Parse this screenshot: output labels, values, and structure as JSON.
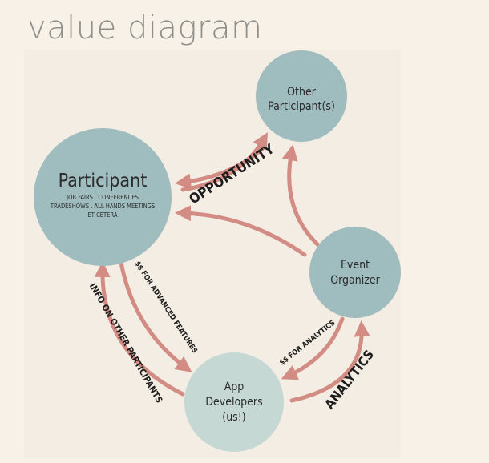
{
  "title": "value diagram",
  "colors": {
    "background": "#f7f1e7",
    "panel": "#f3ede3",
    "node_primary": "#9fbcbe",
    "node_secondary": "#c5d8d3",
    "arrow": "#d28c84",
    "title_text": "#8f8f8c"
  },
  "nodes": {
    "participant": {
      "title": "Participant",
      "lines": [
        "JOB FAIRS . CONFERENCES",
        "TRADESHOWS . ALL HANDS MEETINGS",
        "ET CETERA"
      ]
    },
    "other": {
      "lines": [
        "Other",
        "Participant(s)"
      ]
    },
    "organizer": {
      "lines": [
        "Event",
        "Organizer"
      ]
    },
    "developers": {
      "lines": [
        "App",
        "Developers",
        "(us!)"
      ]
    }
  },
  "flows": {
    "opportunity": "OPPORTUNITY",
    "advanced_features": "$$ FOR ADVANCED FEATURES",
    "info_other": "INFO ON OTHER PARTICIPANTS",
    "analytics_pay": "$$ FOR ANALYTICS",
    "analytics": "ANALYTICS"
  }
}
